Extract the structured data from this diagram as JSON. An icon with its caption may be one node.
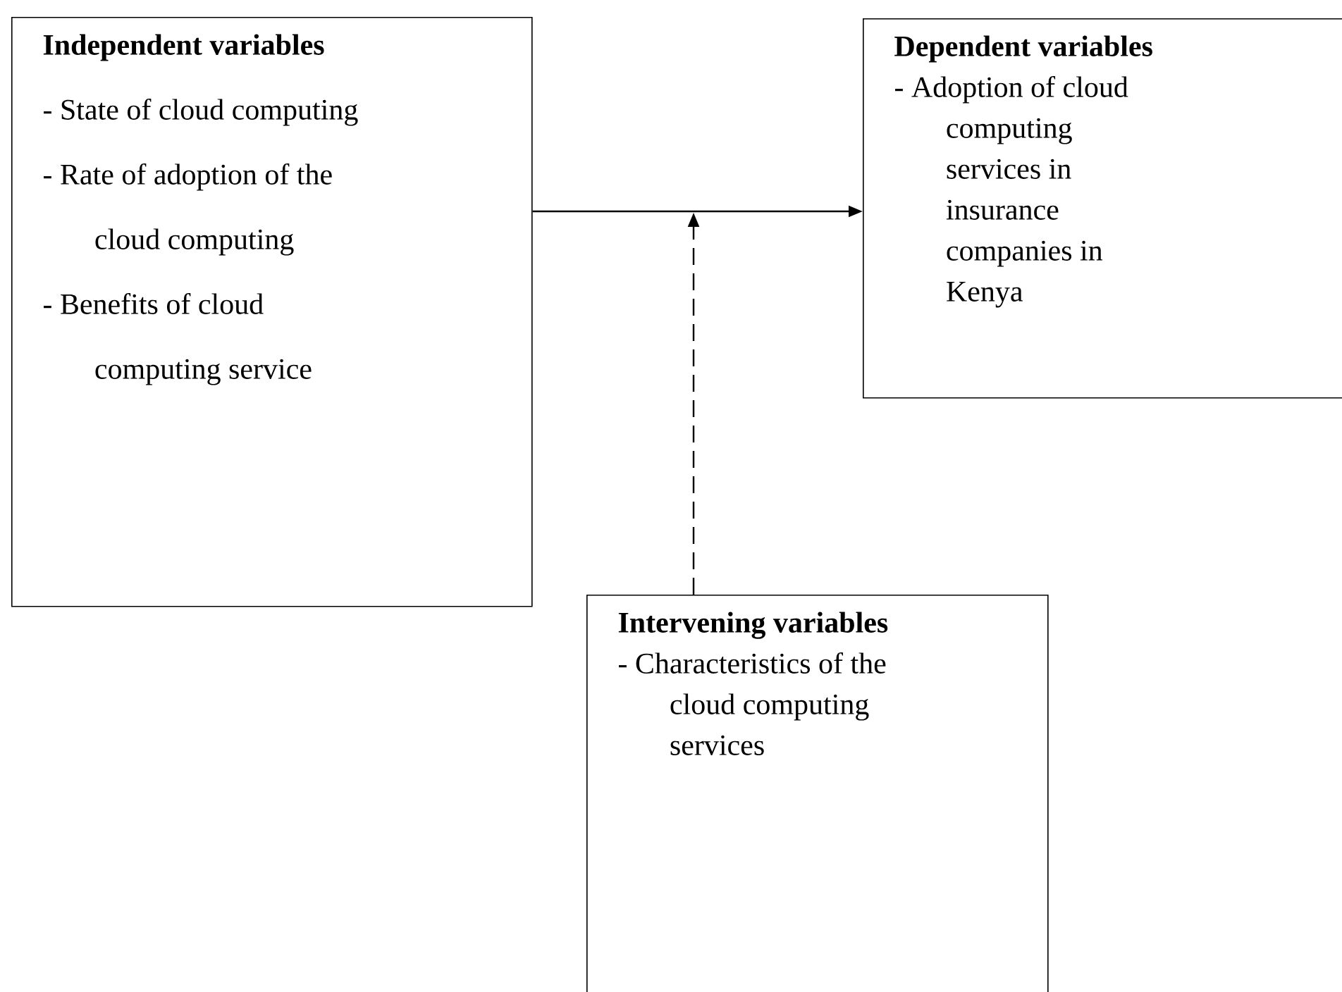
{
  "diagram": {
    "nodes": [
      {
        "text": [
          "Independent variables",
          "- State of cloud computing",
          "- Rate of adoption of the cloud computing",
          "- Benefits of cloud computing service"
        ]
      },
      {
        "text": [
          "Dependent variables",
          "- Adoption of cloud computing services in insurance companies in Kenya"
        ]
      },
      {
        "text": [
          "Intervening variables",
          "- Characteristics of the cloud computing services"
        ]
      }
    ],
    "edges": [
      {
        "from": 0,
        "to": 1,
        "arrow": "to"
      },
      {
        "from": 2,
        "to": null,
        "arrow": "to",
        "style": "dashed"
      }
    ]
  }
}
